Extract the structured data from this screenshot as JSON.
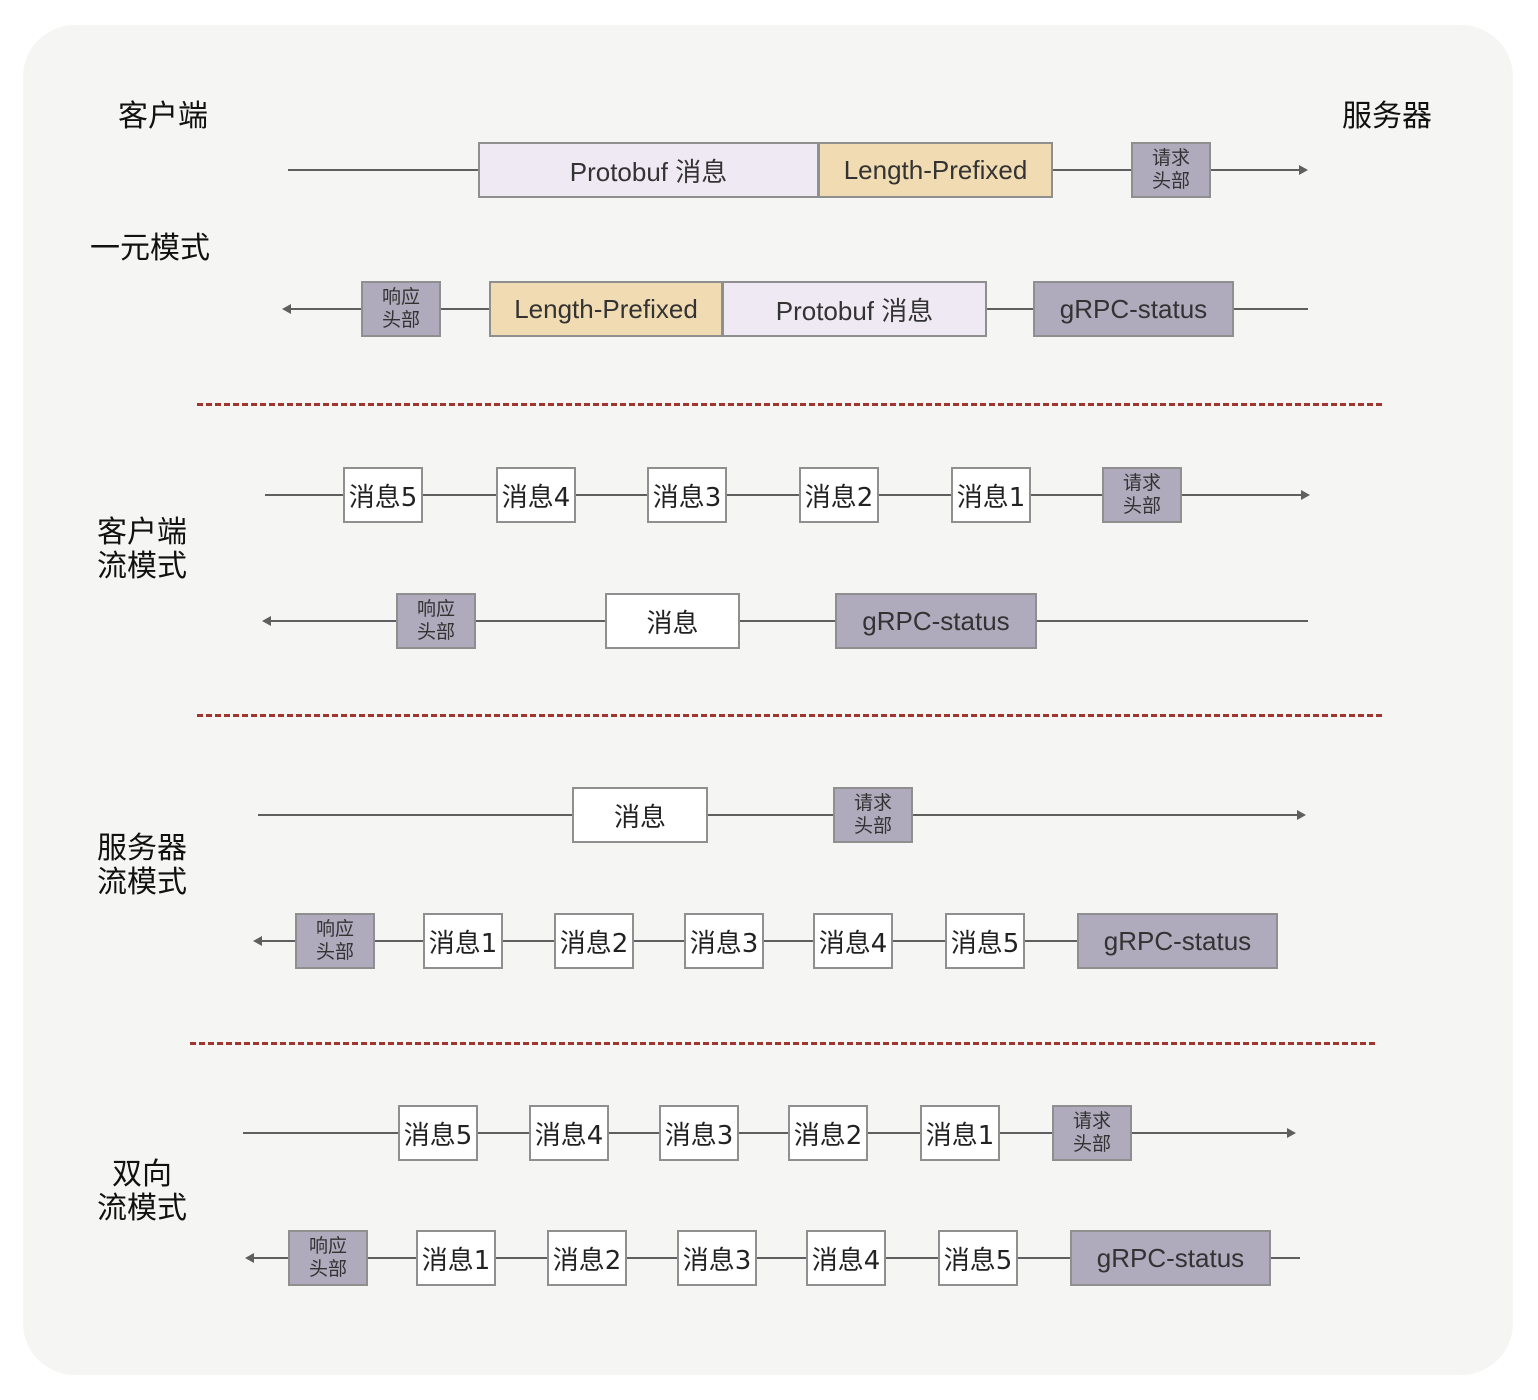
{
  "header": {
    "client_label": "客户端",
    "server_label": "服务器"
  },
  "colors": {
    "panel_background": "#f5f5f3",
    "line": "#5f5f5f",
    "protobuf_box": "#efe9f4",
    "length_prefixed_box": "#f1dbb2",
    "header_status_box": "#b0aabd",
    "message_box": "#ffffff",
    "divider": "#a0362f"
  },
  "sections": [
    {
      "mode_label": "一元模式",
      "request_row": {
        "direction": "client-to-server",
        "items": [
          "Protobuf 消息",
          "Length-Prefixed",
          "请求\n头部"
        ]
      },
      "response_row": {
        "direction": "server-to-client",
        "items": [
          "响应\n头部",
          "Length-Prefixed",
          "Protobuf 消息",
          "gRPC-status"
        ]
      }
    },
    {
      "mode_label": "客户端\n流模式",
      "request_row": {
        "direction": "client-to-server",
        "items": [
          "消息5",
          "消息4",
          "消息3",
          "消息2",
          "消息1",
          "请求\n头部"
        ]
      },
      "response_row": {
        "direction": "server-to-client",
        "items": [
          "响应\n头部",
          "消息",
          "gRPC-status"
        ]
      }
    },
    {
      "mode_label": "服务器\n流模式",
      "request_row": {
        "direction": "client-to-server",
        "items": [
          "消息",
          "请求\n头部"
        ]
      },
      "response_row": {
        "direction": "server-to-client",
        "items": [
          "响应\n头部",
          "消息1",
          "消息2",
          "消息3",
          "消息4",
          "消息5",
          "gRPC-status"
        ]
      }
    },
    {
      "mode_label": "双向\n流模式",
      "request_row": {
        "direction": "client-to-server",
        "items": [
          "消息5",
          "消息4",
          "消息3",
          "消息2",
          "消息1",
          "请求\n头部"
        ]
      },
      "response_row": {
        "direction": "server-to-client",
        "items": [
          "响应\n头部",
          "消息1",
          "消息2",
          "消息3",
          "消息4",
          "消息5",
          "gRPC-status"
        ]
      }
    }
  ]
}
